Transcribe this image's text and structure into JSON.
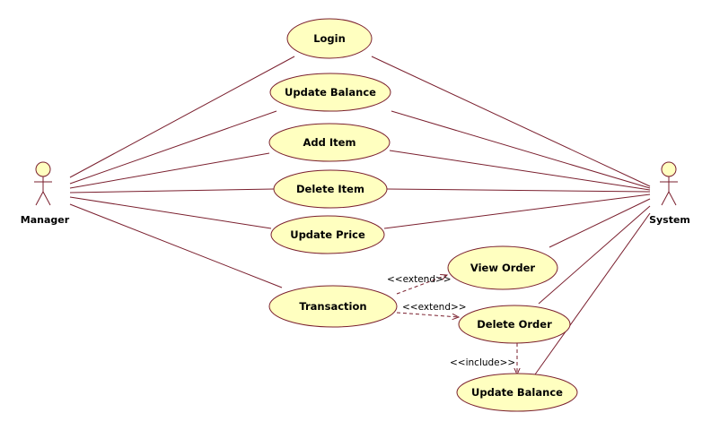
{
  "colors": {
    "usecase_fill": "#ffffc0",
    "usecase_stroke": "#7a1f2e",
    "actor_fill": "#ffffc0",
    "line": "#7a1f2e"
  },
  "actors": {
    "manager": "Manager",
    "system": "System"
  },
  "usecases": {
    "login": "Login",
    "update_balance_top": "Update Balance",
    "add_item": "Add Item",
    "delete_item": "Delete Item",
    "update_price": "Update Price",
    "view_order": "View Order",
    "transaction": "Transaction",
    "delete_order": "Delete Order",
    "update_balance_bottom": "Update Balance"
  },
  "stereotypes": {
    "extend_view": "<<extend>>",
    "extend_delete": "<<extend>>",
    "include": "<<include>>"
  }
}
